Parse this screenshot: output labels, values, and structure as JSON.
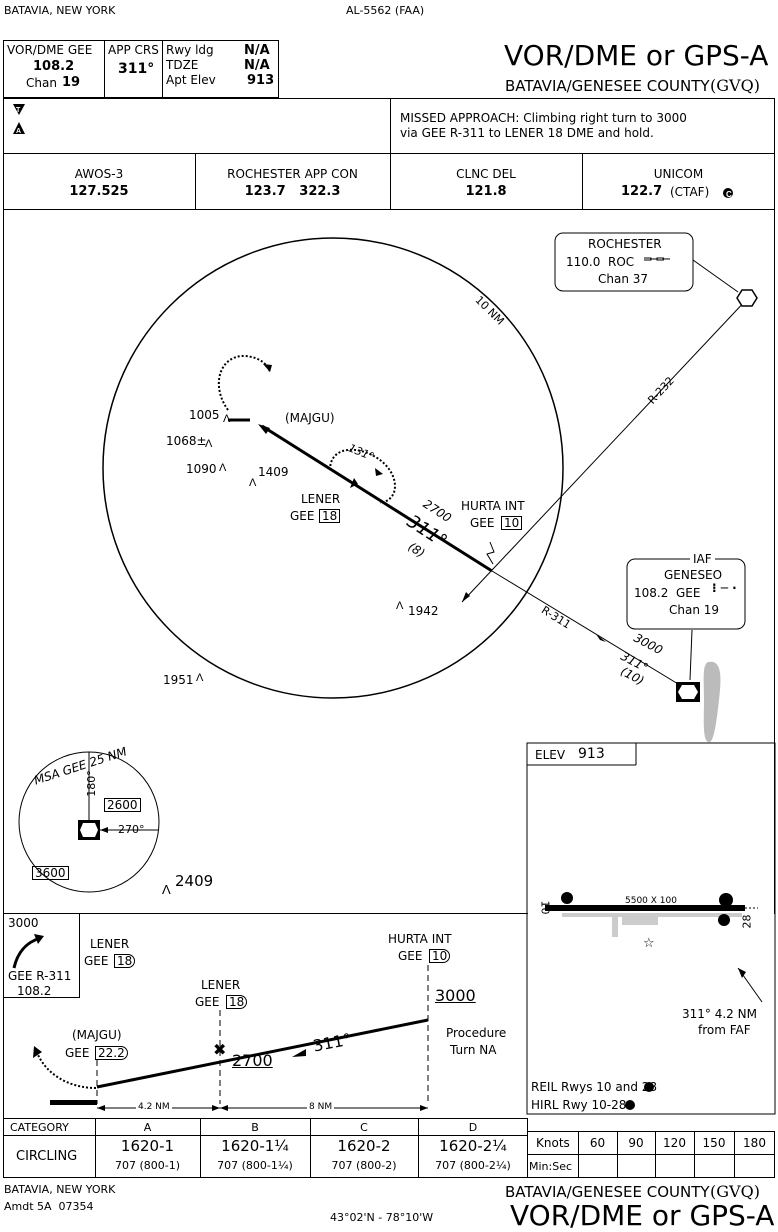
{
  "header": {
    "location": "BATAVIA, NEW YORK",
    "chart_number": "AL-5562 (FAA)",
    "title": "VOR/DME or GPS-A",
    "airport": "BATAVIA/GENESEE COUNTY",
    "airport_id": "(GVQ)"
  },
  "briefing": {
    "nav_title": "VOR/DME GEE",
    "nav_freq": "108.2",
    "nav_chan_label": "Chan",
    "nav_chan": "19",
    "app_crs_label": "APP CRS",
    "app_crs": "311°",
    "rwy_ldg_label": "Rwy ldg",
    "rwy_ldg": "N/A",
    "tdze_label": "TDZE",
    "tdze": "N/A",
    "apt_elev_label": "Apt Elev",
    "apt_elev": "913",
    "missed_approach": "MISSED APPROACH: Climbing right turn to 3000",
    "missed_approach_2": "via GEE R-311 to LENER 18 DME and hold."
  },
  "comms": [
    {
      "name": "AWOS-3",
      "freq": "127.525"
    },
    {
      "name": "ROCHESTER APP CON",
      "freq": "123.7   322.3"
    },
    {
      "name": "CLNC DEL",
      "freq": "121.8"
    },
    {
      "name": "UNICOM",
      "freq": "122.7",
      "note": "(CTAF)"
    }
  ],
  "plan": {
    "ring_label": "10 NM",
    "rochester_name": "ROCHESTER",
    "rochester_freq": "110.0  ROC",
    "rochester_chan": "Chan 37",
    "r232": "R-232",
    "iaf_label": "IAF",
    "geneseo_name": "GENESEO",
    "geneseo_freq": "108.2  GEE",
    "geneseo_chan": "Chan 19",
    "r311": "R-311",
    "alt3000": "3000",
    "crs311": "311°",
    "dist10": "(10)",
    "majgu": "(MAJGU)",
    "lener": "LENER",
    "lener_gee": "GEE",
    "lener_dme": "18",
    "hurta": "HURTA INT",
    "hurta_gee": "GEE",
    "hurta_dme": "10",
    "hold_crs": "131°",
    "seg_alt": "2700",
    "seg_crs": "311°",
    "seg_dist": "(8)",
    "obstacles": [
      "1005",
      "1068±",
      "1090",
      "1409",
      "1942",
      "1951",
      "2409"
    ]
  },
  "msa": {
    "title": "MSA GEE 25 NM",
    "r180": "180°",
    "r270": "270°",
    "alt_ne": "2600",
    "alt_sw": "3600"
  },
  "airport_sketch": {
    "elev_label": "ELEV",
    "elev": "913",
    "runway": "5500 X 100",
    "rwy_w": "10",
    "rwy_e": "28",
    "fac_text_1": "311° 4.2 NM",
    "fac_text_2": "from FAF",
    "reil": "REIL Rwys 10 and 28",
    "hirl": "HIRL Rwy 10-28"
  },
  "profile": {
    "hold_alt": "3000",
    "hold_fix": "LENER",
    "hold_gee": "GEE",
    "hold_dme": "18",
    "hold_radial": "GEE R-311",
    "hold_freq": "108.2",
    "hurta": "HURTA INT",
    "hurta_gee": "GEE",
    "hurta_dme": "10",
    "alt3000": "3000",
    "pt": "Procedure",
    "pt2": "Turn NA",
    "lener": "LENER",
    "lener_gee": "GEE",
    "lener_dme": "18",
    "crs": "311°",
    "alt2700": "2700",
    "majgu": "(MAJGU)",
    "majgu_gee": "GEE",
    "majgu_dme": "22.2",
    "d1": "4.2 NM",
    "d2": "8 NM"
  },
  "minimums": {
    "category_label": "CATEGORY",
    "categories": [
      "A",
      "B",
      "C",
      "D"
    ],
    "circling_label": "CIRCLING",
    "mins": [
      "1620-1",
      "1620-1¼",
      "1620-2",
      "1620-2¼"
    ],
    "haa": [
      "707 (800-1)",
      "707 (800-1¼)",
      "707 (800-2)",
      "707 (800-2¼)"
    ]
  },
  "timing": {
    "knots_label": "Knots",
    "speeds": [
      "60",
      "90",
      "120",
      "150",
      "180"
    ],
    "minsec_label": "Min:Sec"
  },
  "footer": {
    "location": "BATAVIA, NEW YORK",
    "amdt": "Amdt 5A  07354",
    "coords": "43°02'N - 78°10'W",
    "airport": "BATAVIA/GENESEE COUNTY",
    "airport_id": "(GVQ)",
    "title": "VOR/DME or GPS-A"
  }
}
